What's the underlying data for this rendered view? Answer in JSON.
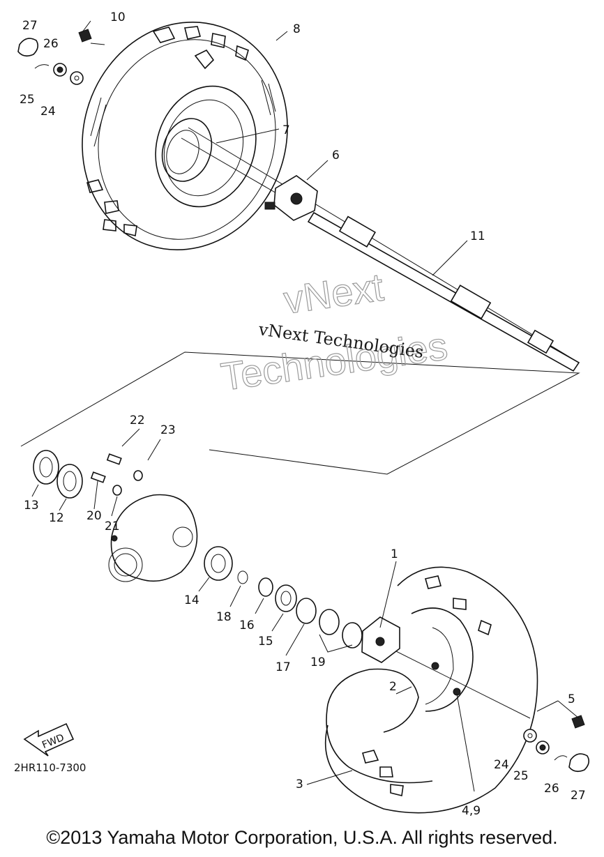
{
  "diagram": {
    "callouts": [
      {
        "id": "c10",
        "label": "10"
      },
      {
        "id": "c27a",
        "label": "27"
      },
      {
        "id": "c26a",
        "label": "26"
      },
      {
        "id": "c25a",
        "label": "25"
      },
      {
        "id": "c24a",
        "label": "24"
      },
      {
        "id": "c8",
        "label": "8"
      },
      {
        "id": "c7",
        "label": "7"
      },
      {
        "id": "c6",
        "label": "6"
      },
      {
        "id": "c11",
        "label": "11"
      },
      {
        "id": "c22",
        "label": "22"
      },
      {
        "id": "c23",
        "label": "23"
      },
      {
        "id": "c13",
        "label": "13"
      },
      {
        "id": "c12",
        "label": "12"
      },
      {
        "id": "c20",
        "label": "20"
      },
      {
        "id": "c21",
        "label": "21"
      },
      {
        "id": "c14",
        "label": "14"
      },
      {
        "id": "c18",
        "label": "18"
      },
      {
        "id": "c16",
        "label": "16"
      },
      {
        "id": "c15",
        "label": "15"
      },
      {
        "id": "c17",
        "label": "17"
      },
      {
        "id": "c19",
        "label": "19"
      },
      {
        "id": "c1",
        "label": "1"
      },
      {
        "id": "c2",
        "label": "2"
      },
      {
        "id": "c5",
        "label": "5"
      },
      {
        "id": "c3",
        "label": "3"
      },
      {
        "id": "c24b",
        "label": "24"
      },
      {
        "id": "c25b",
        "label": "25"
      },
      {
        "id": "c26b",
        "label": "26"
      },
      {
        "id": "c27b",
        "label": "27"
      },
      {
        "id": "c49",
        "label": "4,9"
      }
    ],
    "fwd_label": "FWD",
    "diagram_code": "2HR110-7300",
    "watermark": {
      "line_text": "vNext Technologies",
      "outline_word1": "vNext",
      "outline_word2": "Technologies"
    }
  },
  "footer": {
    "copyright": "©2013 Yamaha Motor Corporation, U.S.A. All rights reserved."
  }
}
